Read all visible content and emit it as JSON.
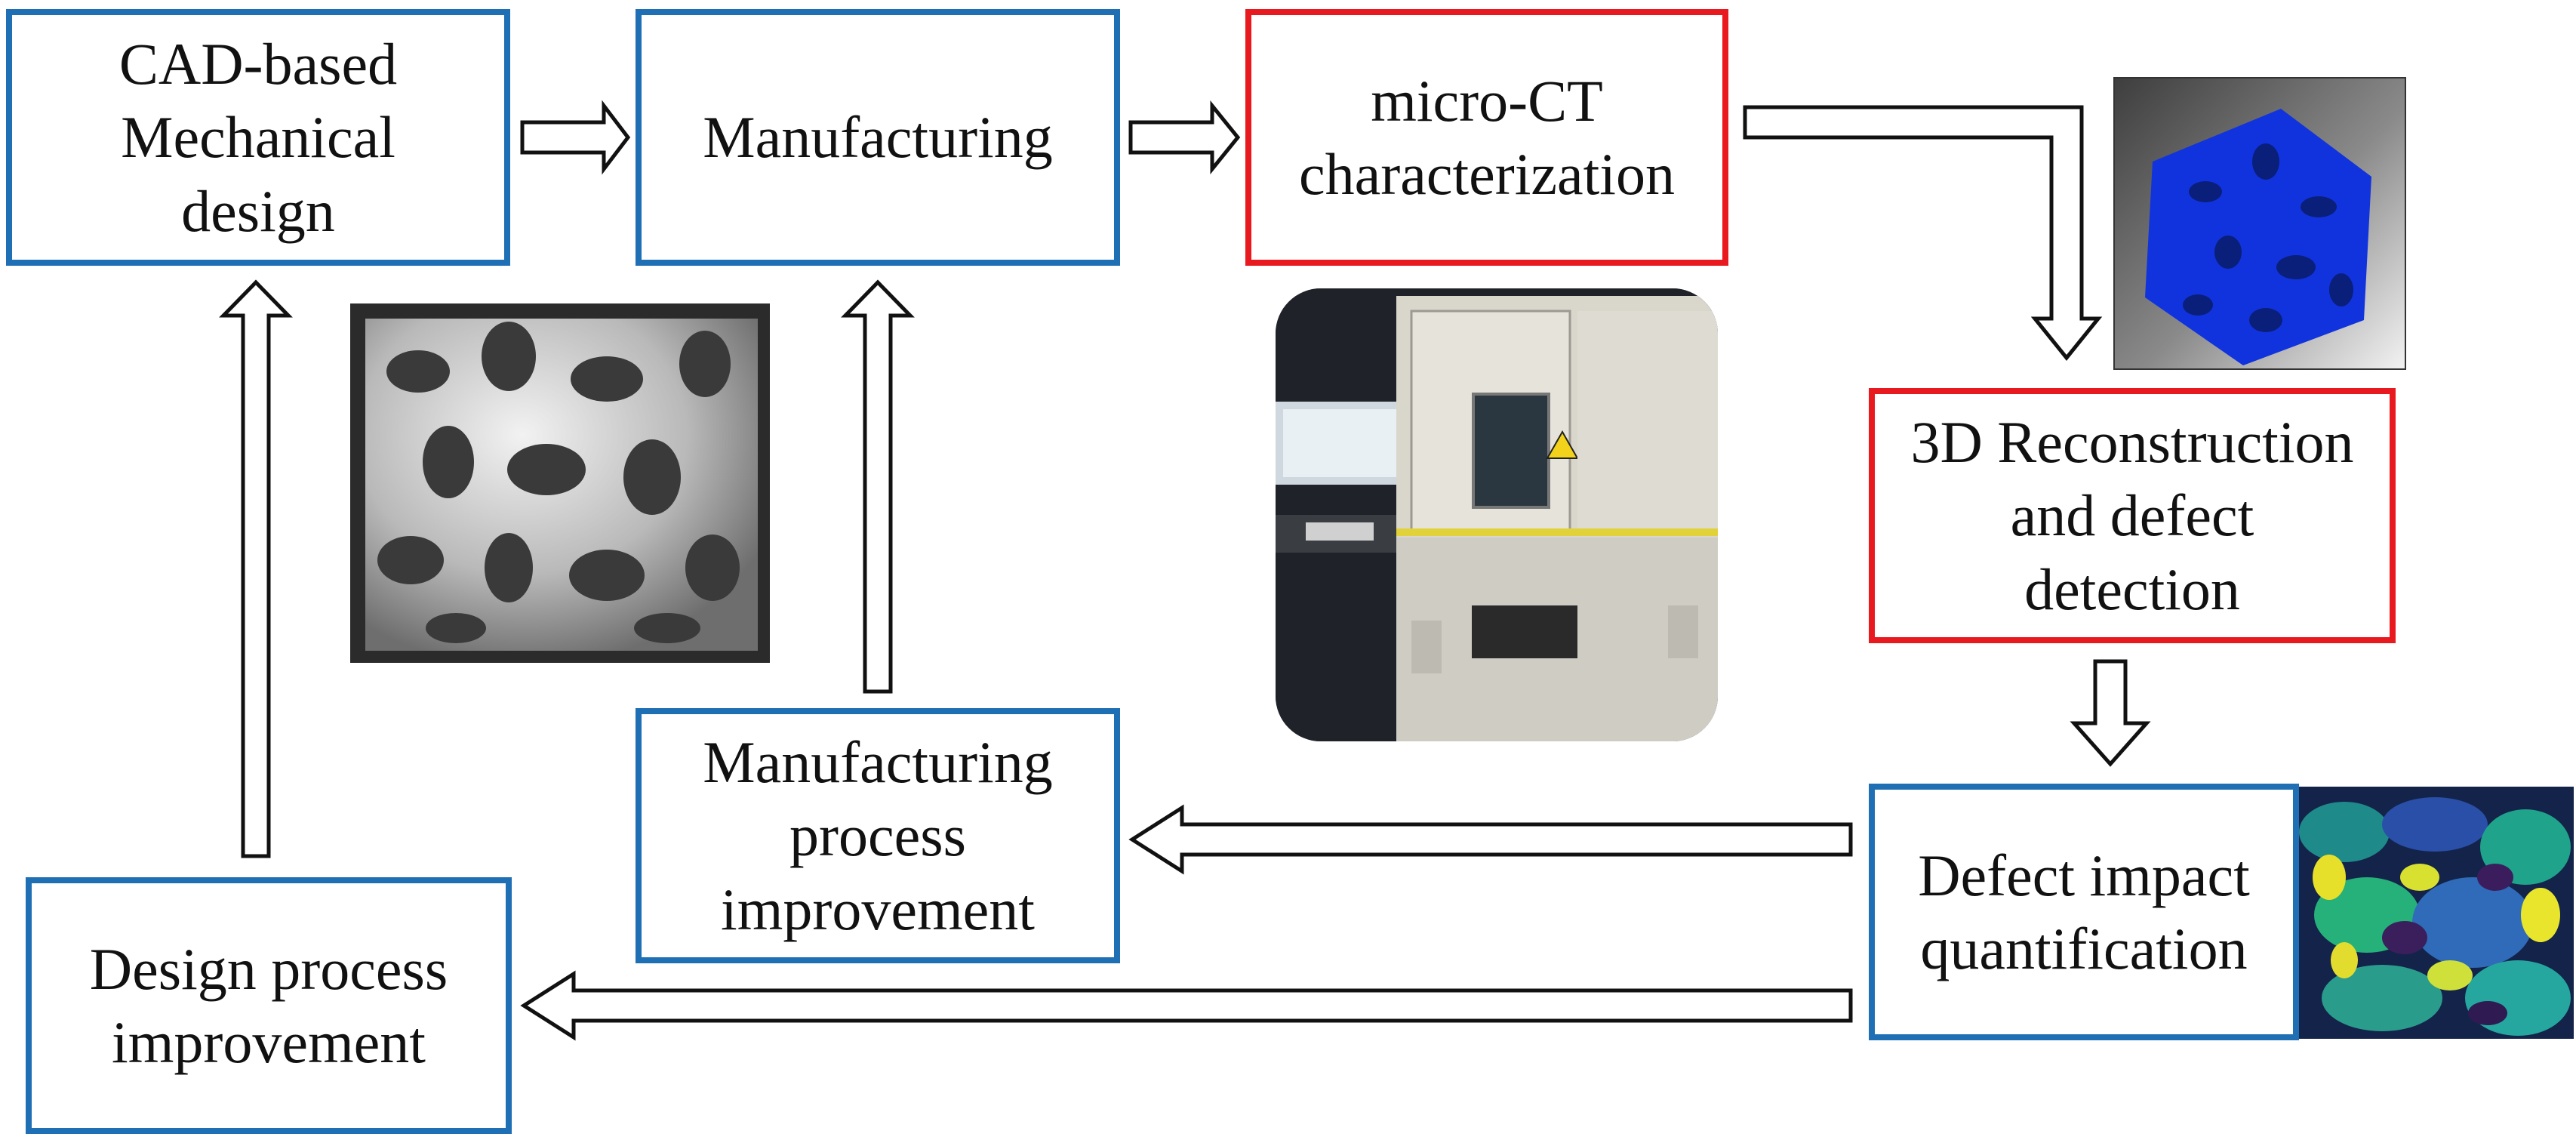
{
  "colors": {
    "blue_border": "#1f6fb5",
    "red_border": "#e8191f",
    "arrow_stroke": "#111111"
  },
  "boxes": {
    "cad_design": "CAD-based\nMechanical\ndesign",
    "manufacturing": "Manufacturing",
    "micro_ct": "micro-CT\ncharacterization",
    "reconstruction": "3D Reconstruction\nand defect\ndetection",
    "defect_impact": "Defect impact\nquantification",
    "manufacturing_improvement": "Manufacturing\nprocess\nimprovement",
    "design_improvement": "Design process\nimprovement"
  },
  "images": {
    "gyroid_cad": "gray-gyroid-cad-model",
    "microct_scanner": "micro-ct-scanner-photo",
    "reconstructed_sample": "blue-reconstructed-lattice",
    "stress_map": "stress-heatmap-lattice"
  }
}
